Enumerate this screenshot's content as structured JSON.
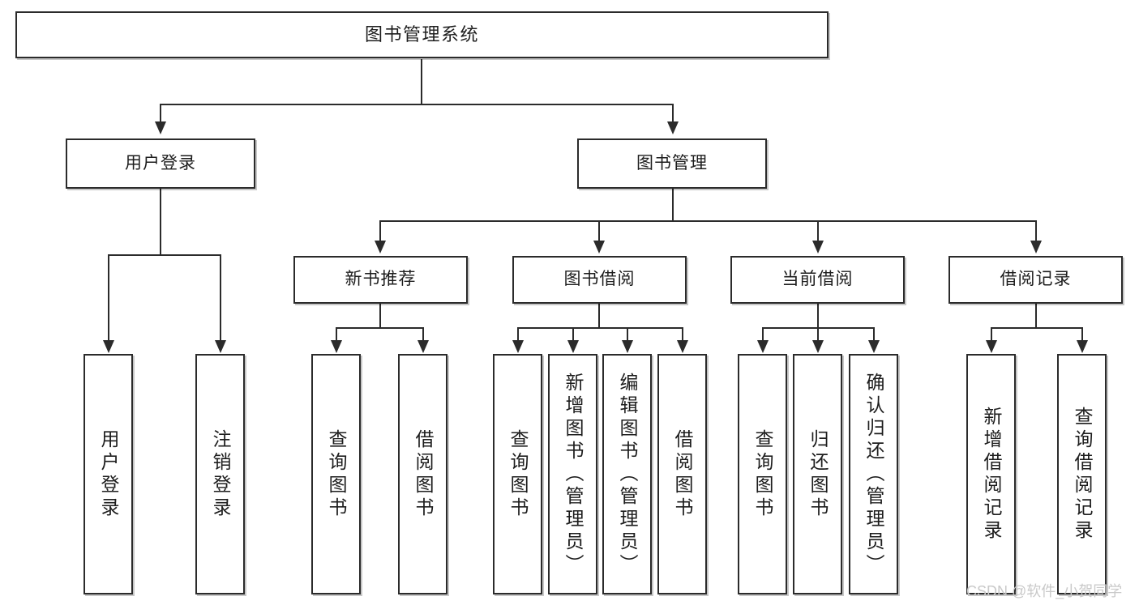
{
  "diagram": {
    "type": "hierarchy-tree",
    "title": "图书管理系统",
    "orientation": "top-down",
    "colors": {
      "stroke": "#2b2b2b",
      "fill": "#ffffff",
      "text": "#1d1d1d",
      "watermark": "#c9c9c9"
    },
    "levels": {
      "level1": [
        "图书管理系统"
      ],
      "level2": [
        "用户登录",
        "图书管理"
      ],
      "level3": [
        "新书推荐",
        "图书借阅",
        "当前借阅",
        "借阅记录"
      ],
      "level4": [
        "用户登录",
        "注销登录",
        "查询图书",
        "借阅图书",
        "查询图书",
        "新增图书（管理员）",
        "编辑图书（管理员）",
        "借阅图书",
        "查询图书",
        "归还图书",
        "确认归还（管理员）",
        "新增借阅记录",
        "查询借阅记录"
      ]
    }
  },
  "nodes": {
    "root": {
      "label": "图书管理系统"
    },
    "user_login": {
      "label": "用户登录"
    },
    "book_manage": {
      "label": "图书管理"
    },
    "new_book_rec": {
      "label": "新书推荐"
    },
    "book_borrow": {
      "label": "图书借阅"
    },
    "current_borrow": {
      "label": "当前借阅"
    },
    "borrow_record": {
      "label": "借阅记录"
    },
    "leaf_user_login": {
      "label": "用户登录"
    },
    "leaf_logout": {
      "label": "注销登录"
    },
    "leaf_query_book_1": {
      "label": "查询图书"
    },
    "leaf_borrow_book_1": {
      "label": "借阅图书"
    },
    "leaf_query_book_2": {
      "label": "查询图书"
    },
    "leaf_add_book": {
      "label": "新增图书（管理员）"
    },
    "leaf_edit_book": {
      "label": "编辑图书（管理员）"
    },
    "leaf_borrow_book_2": {
      "label": "借阅图书"
    },
    "leaf_query_book_3": {
      "label": "查询图书"
    },
    "leaf_return_book": {
      "label": "归还图书"
    },
    "leaf_confirm_return": {
      "label": "确认归还（管理员）"
    },
    "leaf_add_record": {
      "label": "新增借阅记录"
    },
    "leaf_query_record": {
      "label": "查询借阅记录"
    }
  },
  "watermark": {
    "text": "CSDN @软件_小贺同学"
  }
}
